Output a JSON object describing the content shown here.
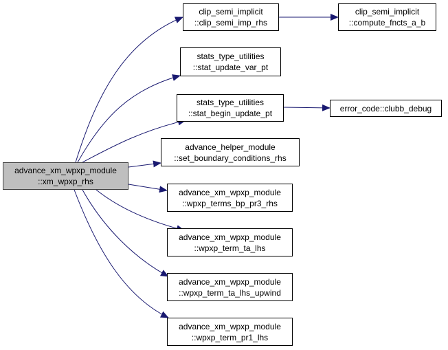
{
  "colors": {
    "edge": "#191970",
    "root_fill": "#bfbfbf",
    "node_border": "#000000"
  },
  "nodes": {
    "root": {
      "line1": "advance_xm_wpxp_module",
      "line2": "::xm_wpxp_rhs"
    },
    "clip_rhs": {
      "line1": "clip_semi_implicit",
      "line2": "::clip_semi_imp_rhs"
    },
    "clip_fncts": {
      "line1": "clip_semi_implicit",
      "line2": "::compute_fncts_a_b"
    },
    "stat_var": {
      "line1": "stats_type_utilities",
      "line2": "::stat_update_var_pt"
    },
    "stat_begin": {
      "line1": "stats_type_utilities",
      "line2": "::stat_begin_update_pt"
    },
    "clubb_debug": {
      "line1": "error_code::clubb_debug"
    },
    "boundary": {
      "line1": "advance_helper_module",
      "line2": "::set_boundary_conditions_rhs"
    },
    "bp_pr3": {
      "line1": "advance_xm_wpxp_module",
      "line2": "::wpxp_terms_bp_pr3_rhs"
    },
    "ta_lhs": {
      "line1": "advance_xm_wpxp_module",
      "line2": "::wpxp_term_ta_lhs"
    },
    "ta_upwind": {
      "line1": "advance_xm_wpxp_module",
      "line2": "::wpxp_term_ta_lhs_upwind"
    },
    "pr1_lhs": {
      "line1": "advance_xm_wpxp_module",
      "line2": "::wpxp_term_pr1_lhs"
    }
  }
}
